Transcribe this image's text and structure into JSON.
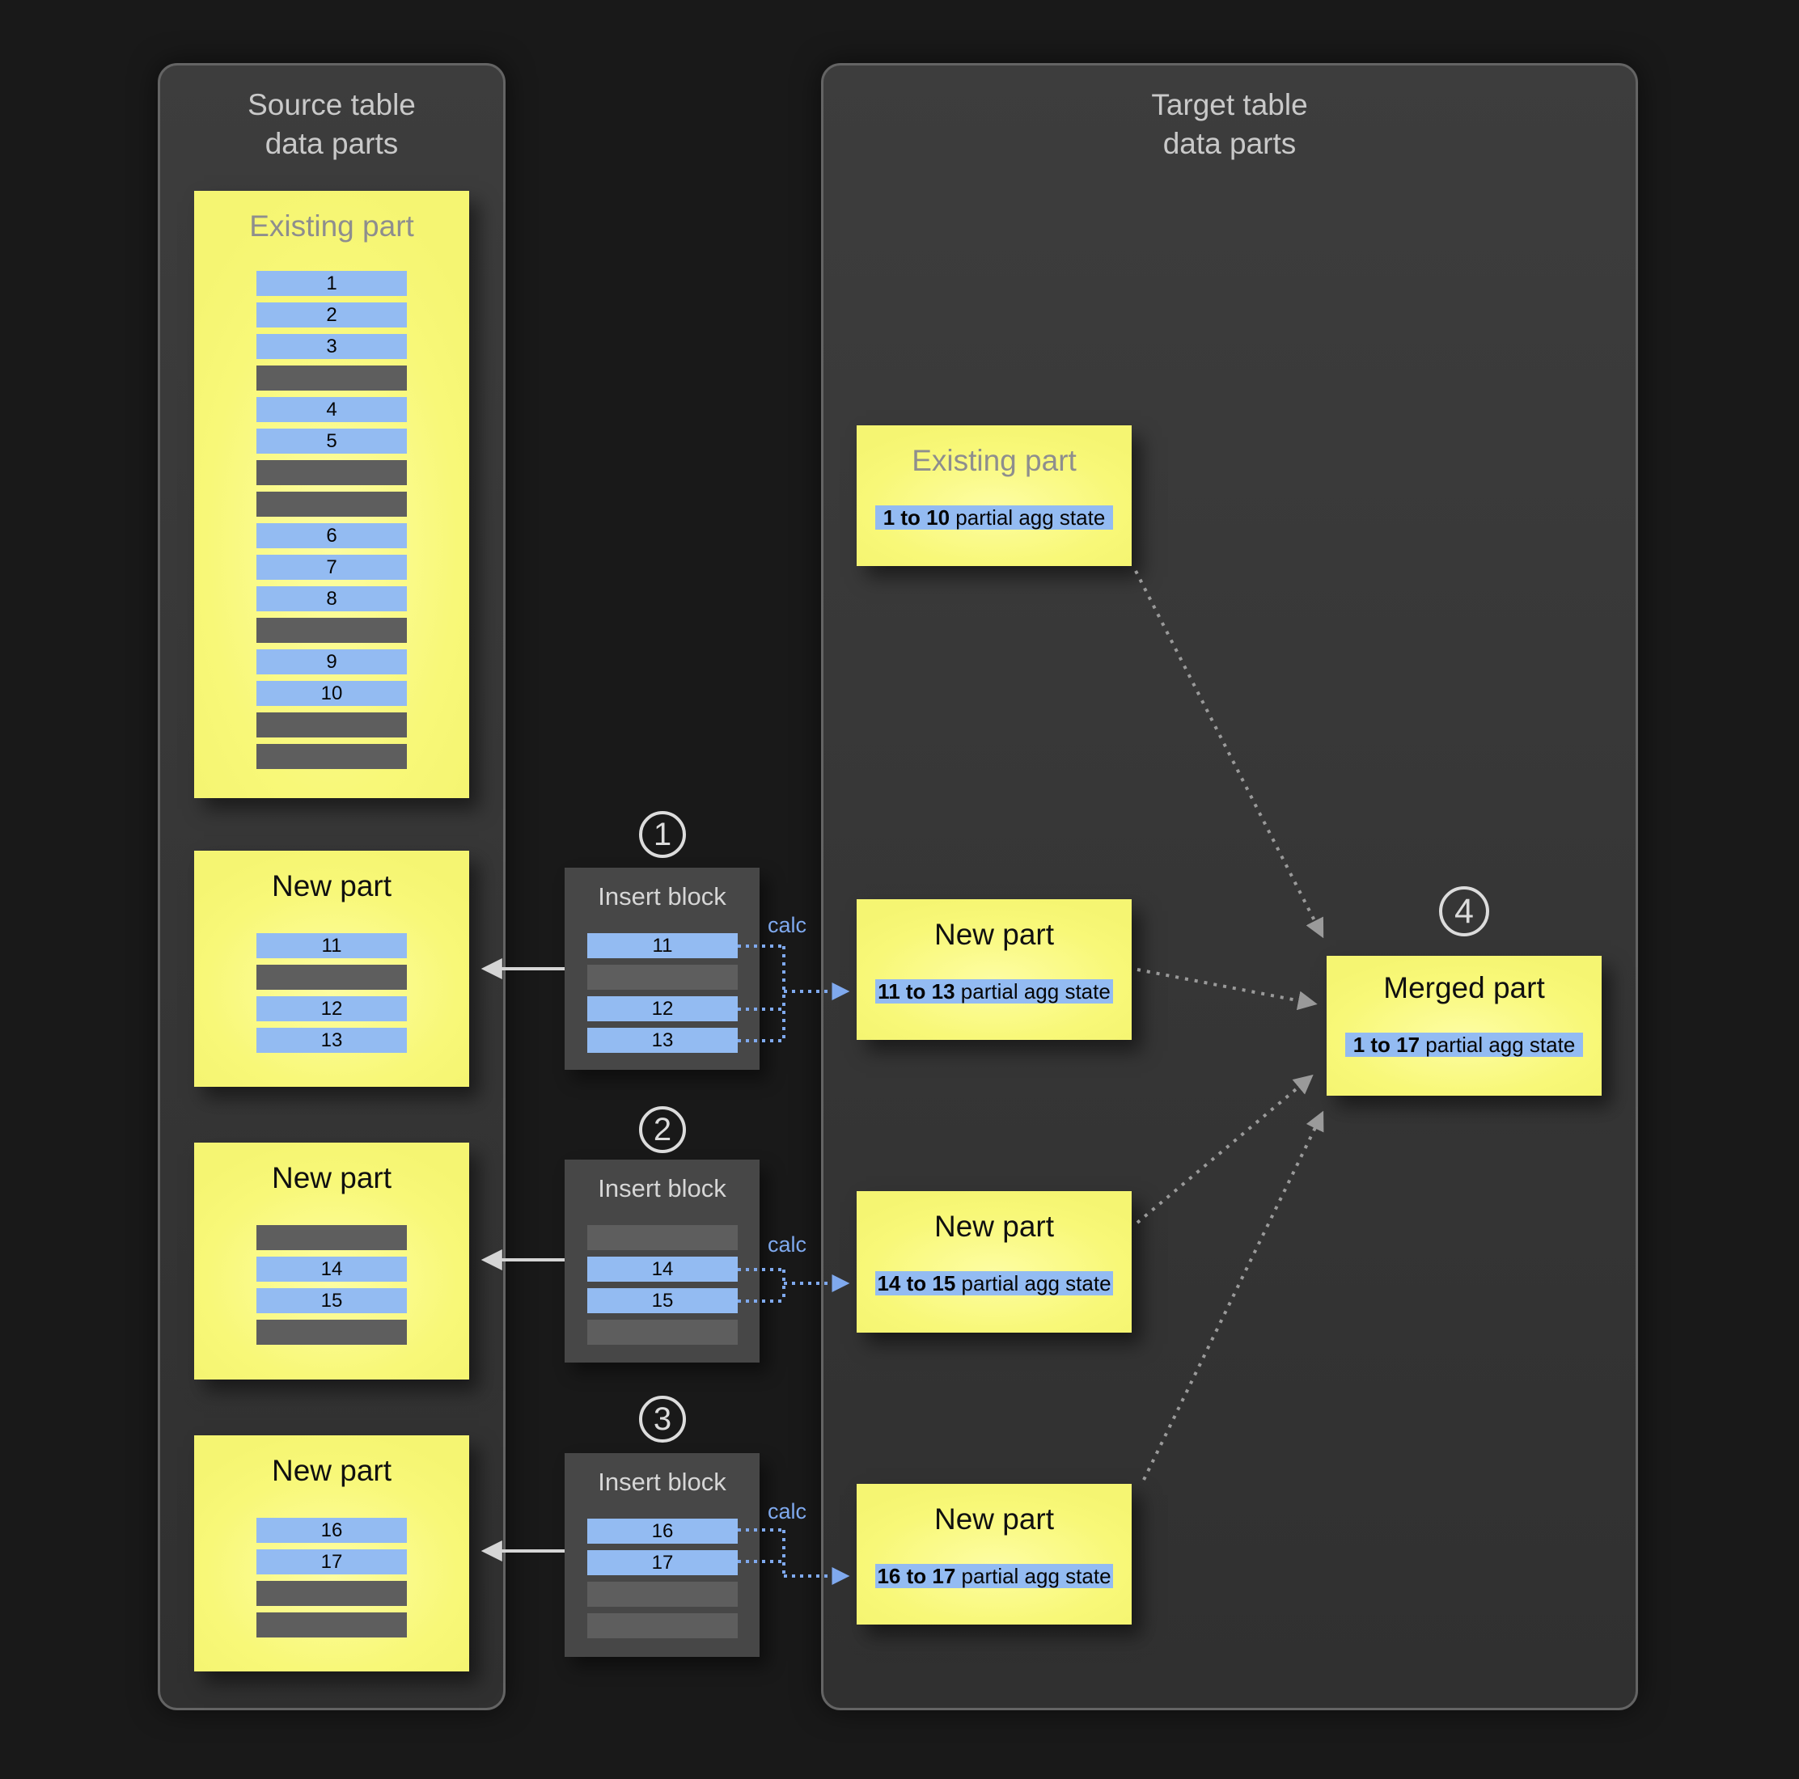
{
  "source_panel": {
    "title": [
      "Source table",
      "data parts"
    ],
    "existing_part": {
      "title": "Existing part",
      "rows": [
        {
          "label": "1",
          "type": "blue"
        },
        {
          "label": "2",
          "type": "blue"
        },
        {
          "label": "3",
          "type": "blue"
        },
        {
          "label": "",
          "type": "gray"
        },
        {
          "label": "4",
          "type": "blue"
        },
        {
          "label": "5",
          "type": "blue"
        },
        {
          "label": "",
          "type": "gray"
        },
        {
          "label": "",
          "type": "gray"
        },
        {
          "label": "6",
          "type": "blue"
        },
        {
          "label": "7",
          "type": "blue"
        },
        {
          "label": "8",
          "type": "blue"
        },
        {
          "label": "",
          "type": "gray"
        },
        {
          "label": "9",
          "type": "blue"
        },
        {
          "label": "10",
          "type": "blue"
        },
        {
          "label": "",
          "type": "gray"
        },
        {
          "label": "",
          "type": "gray"
        }
      ]
    },
    "new_parts": [
      {
        "title": "New part",
        "rows": [
          {
            "label": "11",
            "type": "blue"
          },
          {
            "label": "",
            "type": "gray"
          },
          {
            "label": "12",
            "type": "blue"
          },
          {
            "label": "13",
            "type": "blue"
          }
        ]
      },
      {
        "title": "New part",
        "rows": [
          {
            "label": "",
            "type": "gray"
          },
          {
            "label": "14",
            "type": "blue"
          },
          {
            "label": "15",
            "type": "blue"
          },
          {
            "label": "",
            "type": "gray"
          }
        ]
      },
      {
        "title": "New part",
        "rows": [
          {
            "label": "16",
            "type": "blue"
          },
          {
            "label": "17",
            "type": "blue"
          },
          {
            "label": "",
            "type": "gray"
          },
          {
            "label": "",
            "type": "gray"
          }
        ]
      }
    ]
  },
  "insert_blocks": [
    {
      "step": "1",
      "title": "Insert block",
      "calc_label": "calc",
      "rows": [
        {
          "label": "11",
          "type": "blue"
        },
        {
          "label": "",
          "type": "gray"
        },
        {
          "label": "12",
          "type": "blue"
        },
        {
          "label": "13",
          "type": "blue"
        }
      ]
    },
    {
      "step": "2",
      "title": "Insert block",
      "calc_label": "calc",
      "rows": [
        {
          "label": "",
          "type": "gray"
        },
        {
          "label": "14",
          "type": "blue"
        },
        {
          "label": "15",
          "type": "blue"
        },
        {
          "label": "",
          "type": "gray"
        }
      ]
    },
    {
      "step": "3",
      "title": "Insert block",
      "calc_label": "calc",
      "rows": [
        {
          "label": "16",
          "type": "blue"
        },
        {
          "label": "17",
          "type": "blue"
        },
        {
          "label": "",
          "type": "gray"
        },
        {
          "label": "",
          "type": "gray"
        }
      ]
    }
  ],
  "target_panel": {
    "title": [
      "Target table",
      "data parts"
    ],
    "existing_part": {
      "title": "Existing part",
      "agg_range": "1 to 10",
      "agg_label": " partial agg state"
    },
    "new_parts": [
      {
        "title": "New part",
        "agg_range": "11 to 13",
        "agg_label": " partial agg state"
      },
      {
        "title": "New part",
        "agg_range": "14 to 15",
        "agg_label": " partial agg state"
      },
      {
        "title": "New part",
        "agg_range": "16 to 17",
        "agg_label": " partial agg state"
      }
    ],
    "merged_part": {
      "step": "4",
      "title": "Merged part",
      "agg_range": "1 to 17",
      "agg_label": " partial agg state"
    }
  },
  "colors": {
    "background": "#191919",
    "panel_fill": "#373737",
    "panel_border": "#646464",
    "part_yellow": "#f8f878",
    "row_blue": "#93bbf2",
    "row_gray": "#5e5e5e",
    "calc_blue": "#7fa9ee",
    "connector_gray": "#9a9a9a",
    "arrow_solid": "#d5d5d5"
  }
}
